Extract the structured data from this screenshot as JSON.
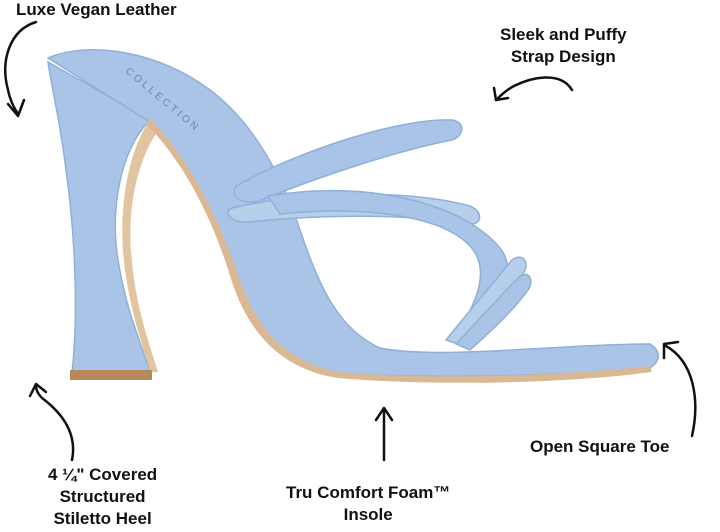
{
  "callouts": {
    "leather": {
      "lines": [
        "Luxe Vegan Leather"
      ]
    },
    "strap": {
      "lines": [
        "Sleek and Puffy",
        "Strap Design"
      ]
    },
    "toe": {
      "lines": [
        "Open Square Toe"
      ]
    },
    "heel": {
      "lines": [
        "4 ¼\" Covered",
        "Structured",
        "Stiletto Heel"
      ]
    },
    "insole": {
      "lines": [
        "Tru Comfort Foam™",
        "Insole"
      ]
    }
  },
  "product": {
    "insole_brand_text": "COLLECTION",
    "colors": {
      "upper": "#a9c4e6",
      "upper_shade": "#8fb0d9",
      "upper_light": "#c5d8f0",
      "heel_inner": "#e2c4a0",
      "sole": "#b8875a",
      "arrow": "#111111"
    }
  }
}
